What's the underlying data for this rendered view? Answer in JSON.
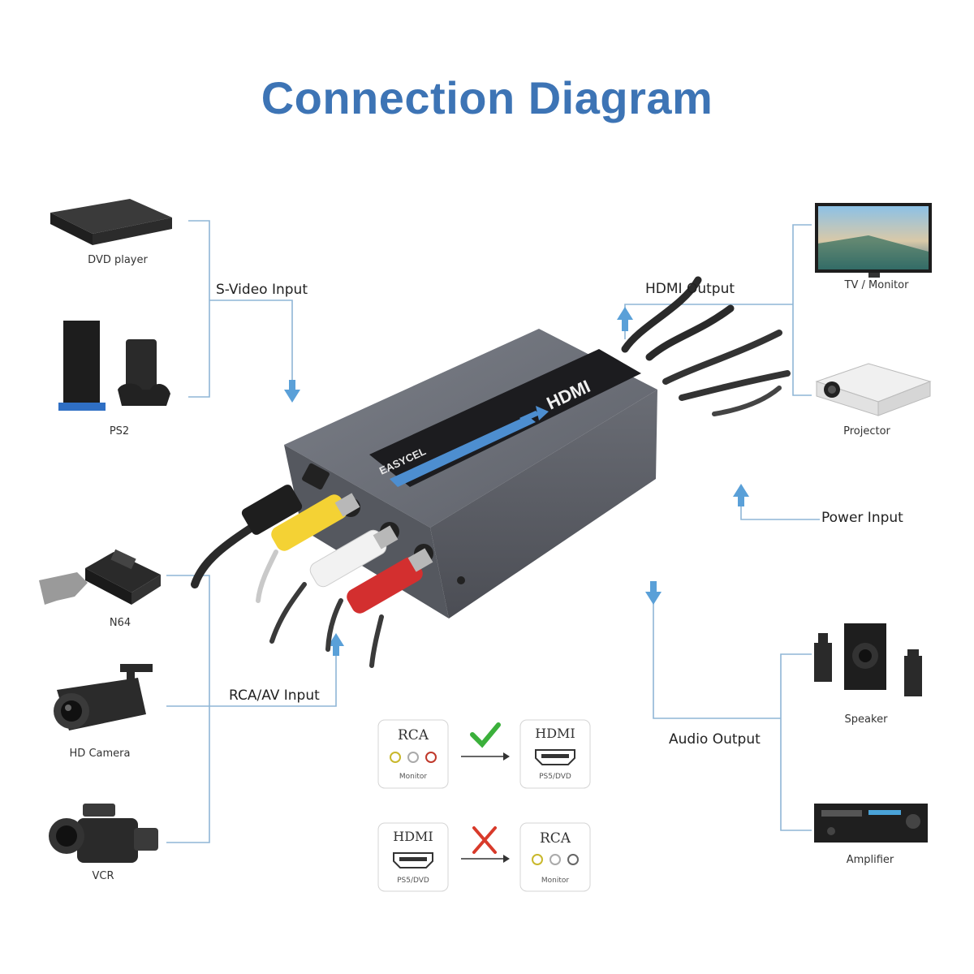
{
  "title": "Connection Diagram",
  "labels": {
    "svideo_input": "S-Video Input",
    "rca_input": "RCA/AV Input",
    "hdmi_output": "HDMI Output",
    "power_input": "Power Input",
    "audio_output": "Audio Output"
  },
  "devices": {
    "dvd": "DVD player",
    "ps2": "PS2",
    "n64": "N64",
    "camera": "HD Camera",
    "vcr": "VCR",
    "tv": "TV / Monitor",
    "projector": "Projector",
    "speaker": "Speaker",
    "amplifier": "Amplifier"
  },
  "product": {
    "brand": "EASYCEL",
    "hdmi_logo": "HDMI"
  },
  "compat": {
    "ok": {
      "from_title": "RCA",
      "from_sub": "Monitor",
      "to_title": "HDMI",
      "to_sub": "PS5/DVD",
      "mark": "check"
    },
    "bad": {
      "from_title": "HDMI",
      "from_sub": "PS5/DVD",
      "to_title": "RCA",
      "to_sub": "Monitor",
      "mark": "cross"
    }
  },
  "colors": {
    "title": "#3d74b5",
    "line": "#8fb6d6",
    "arrow": "#5aa0d8",
    "check": "#3bb03b",
    "cross": "#d83a2a"
  }
}
